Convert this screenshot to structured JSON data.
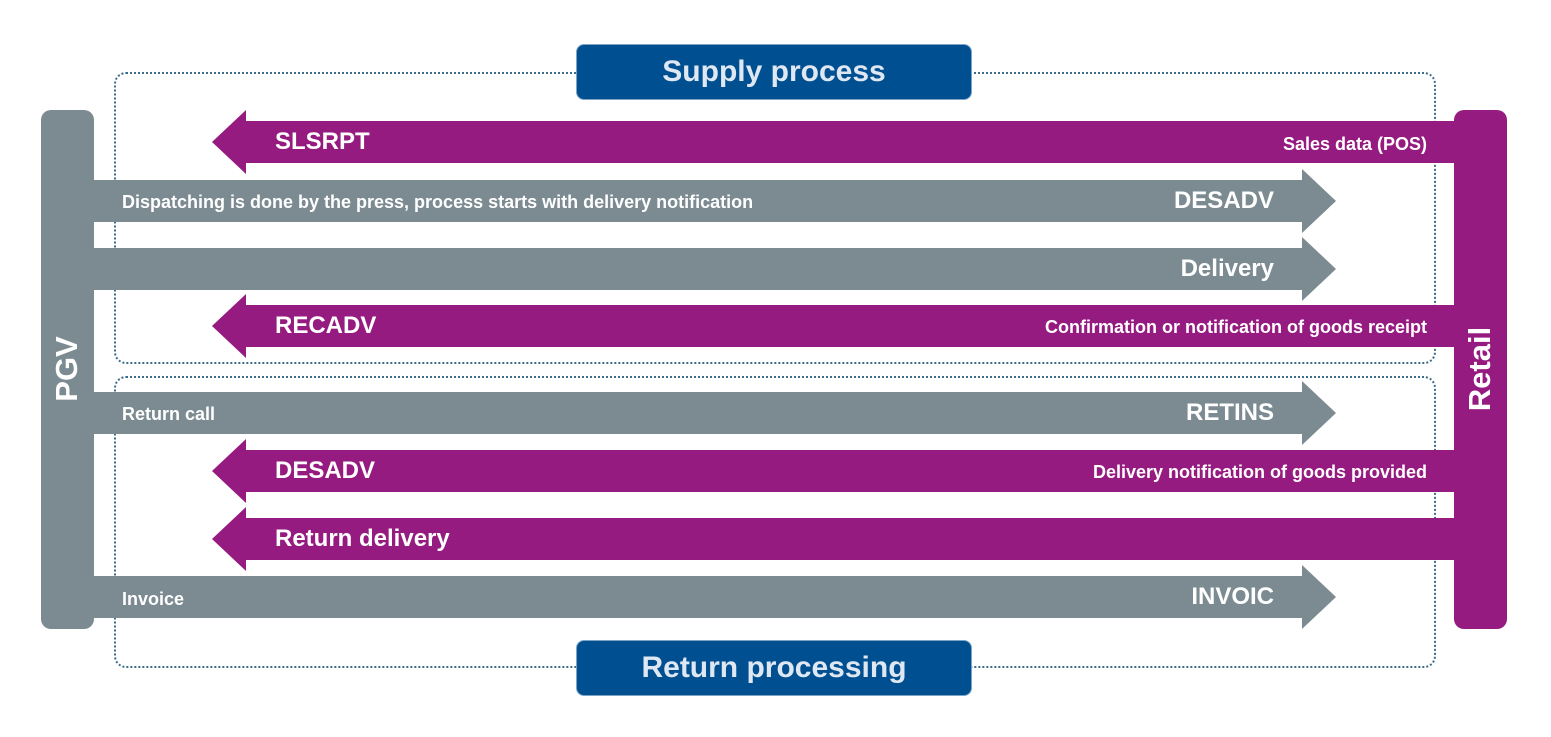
{
  "colors": {
    "gray": "#7b8b91",
    "purple": "#961b80",
    "blue": "#004f91",
    "dotted": "#3d6b8a"
  },
  "headers": {
    "supply": "Supply process",
    "return": "Return processing"
  },
  "parties": {
    "left": "PGV",
    "right": "Retail"
  },
  "flows": [
    {
      "code": "SLSRPT",
      "description": "Sales data (POS)",
      "direction": "to-left"
    },
    {
      "code": "DESADV",
      "description": "Dispatching is done by the press, process starts with delivery notification",
      "direction": "to-right"
    },
    {
      "code": "Delivery",
      "description": "",
      "direction": "to-right"
    },
    {
      "code": "RECADV",
      "description": "Confirmation or notification of goods receipt",
      "direction": "to-left"
    },
    {
      "code": "RETINS",
      "description": "Return call",
      "direction": "to-right"
    },
    {
      "code": "DESADV",
      "description": "Delivery notification of goods provided",
      "direction": "to-left"
    },
    {
      "code": "Return delivery",
      "description": "",
      "direction": "to-left"
    },
    {
      "code": "INVOIC",
      "description": "Invoice",
      "direction": "to-right"
    }
  ]
}
